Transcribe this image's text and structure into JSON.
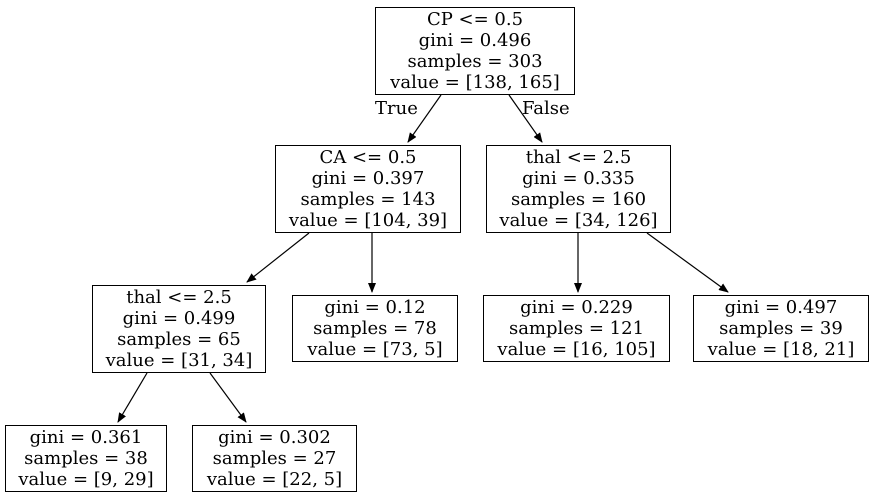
{
  "diagram": {
    "type": "decision-tree",
    "background_color": "#ffffff",
    "node_fill_color": "#ffffff",
    "node_border_color": "#000000",
    "text_color": "#000000",
    "edge_labels": {
      "true": "True",
      "false": "False"
    },
    "nodes": [
      {
        "id": "node-0",
        "condition": "CP <= 0.5",
        "gini": "gini = 0.496",
        "samples": "samples = 303",
        "value": "value = [138, 165]"
      },
      {
        "id": "node-1",
        "condition": "CA <= 0.5",
        "gini": "gini = 0.397",
        "samples": "samples = 143",
        "value": "value = [104, 39]"
      },
      {
        "id": "node-2",
        "condition": "thal <= 2.5",
        "gini": "gini = 0.335",
        "samples": "samples = 160",
        "value": "value = [34, 126]"
      },
      {
        "id": "node-3",
        "condition": "thal <= 2.5",
        "gini": "gini = 0.499",
        "samples": "samples = 65",
        "value": "value = [31, 34]"
      },
      {
        "id": "node-4",
        "gini": "gini = 0.12",
        "samples": "samples = 78",
        "value": "value = [73, 5]"
      },
      {
        "id": "node-5",
        "gini": "gini = 0.229",
        "samples": "samples = 121",
        "value": "value = [16, 105]"
      },
      {
        "id": "node-6",
        "gini": "gini = 0.497",
        "samples": "samples = 39",
        "value": "value = [18, 21]"
      },
      {
        "id": "node-7",
        "gini": "gini = 0.361",
        "samples": "samples = 38",
        "value": "value = [9, 29]"
      },
      {
        "id": "node-8",
        "gini": "gini = 0.302",
        "samples": "samples = 27",
        "value": "value = [22, 5]"
      }
    ],
    "edges": [
      {
        "from": "node-0",
        "to": "node-1",
        "label": "True"
      },
      {
        "from": "node-0",
        "to": "node-2",
        "label": "False"
      },
      {
        "from": "node-1",
        "to": "node-3"
      },
      {
        "from": "node-1",
        "to": "node-4"
      },
      {
        "from": "node-2",
        "to": "node-5"
      },
      {
        "from": "node-2",
        "to": "node-6"
      },
      {
        "from": "node-3",
        "to": "node-7"
      },
      {
        "from": "node-3",
        "to": "node-8"
      }
    ]
  }
}
